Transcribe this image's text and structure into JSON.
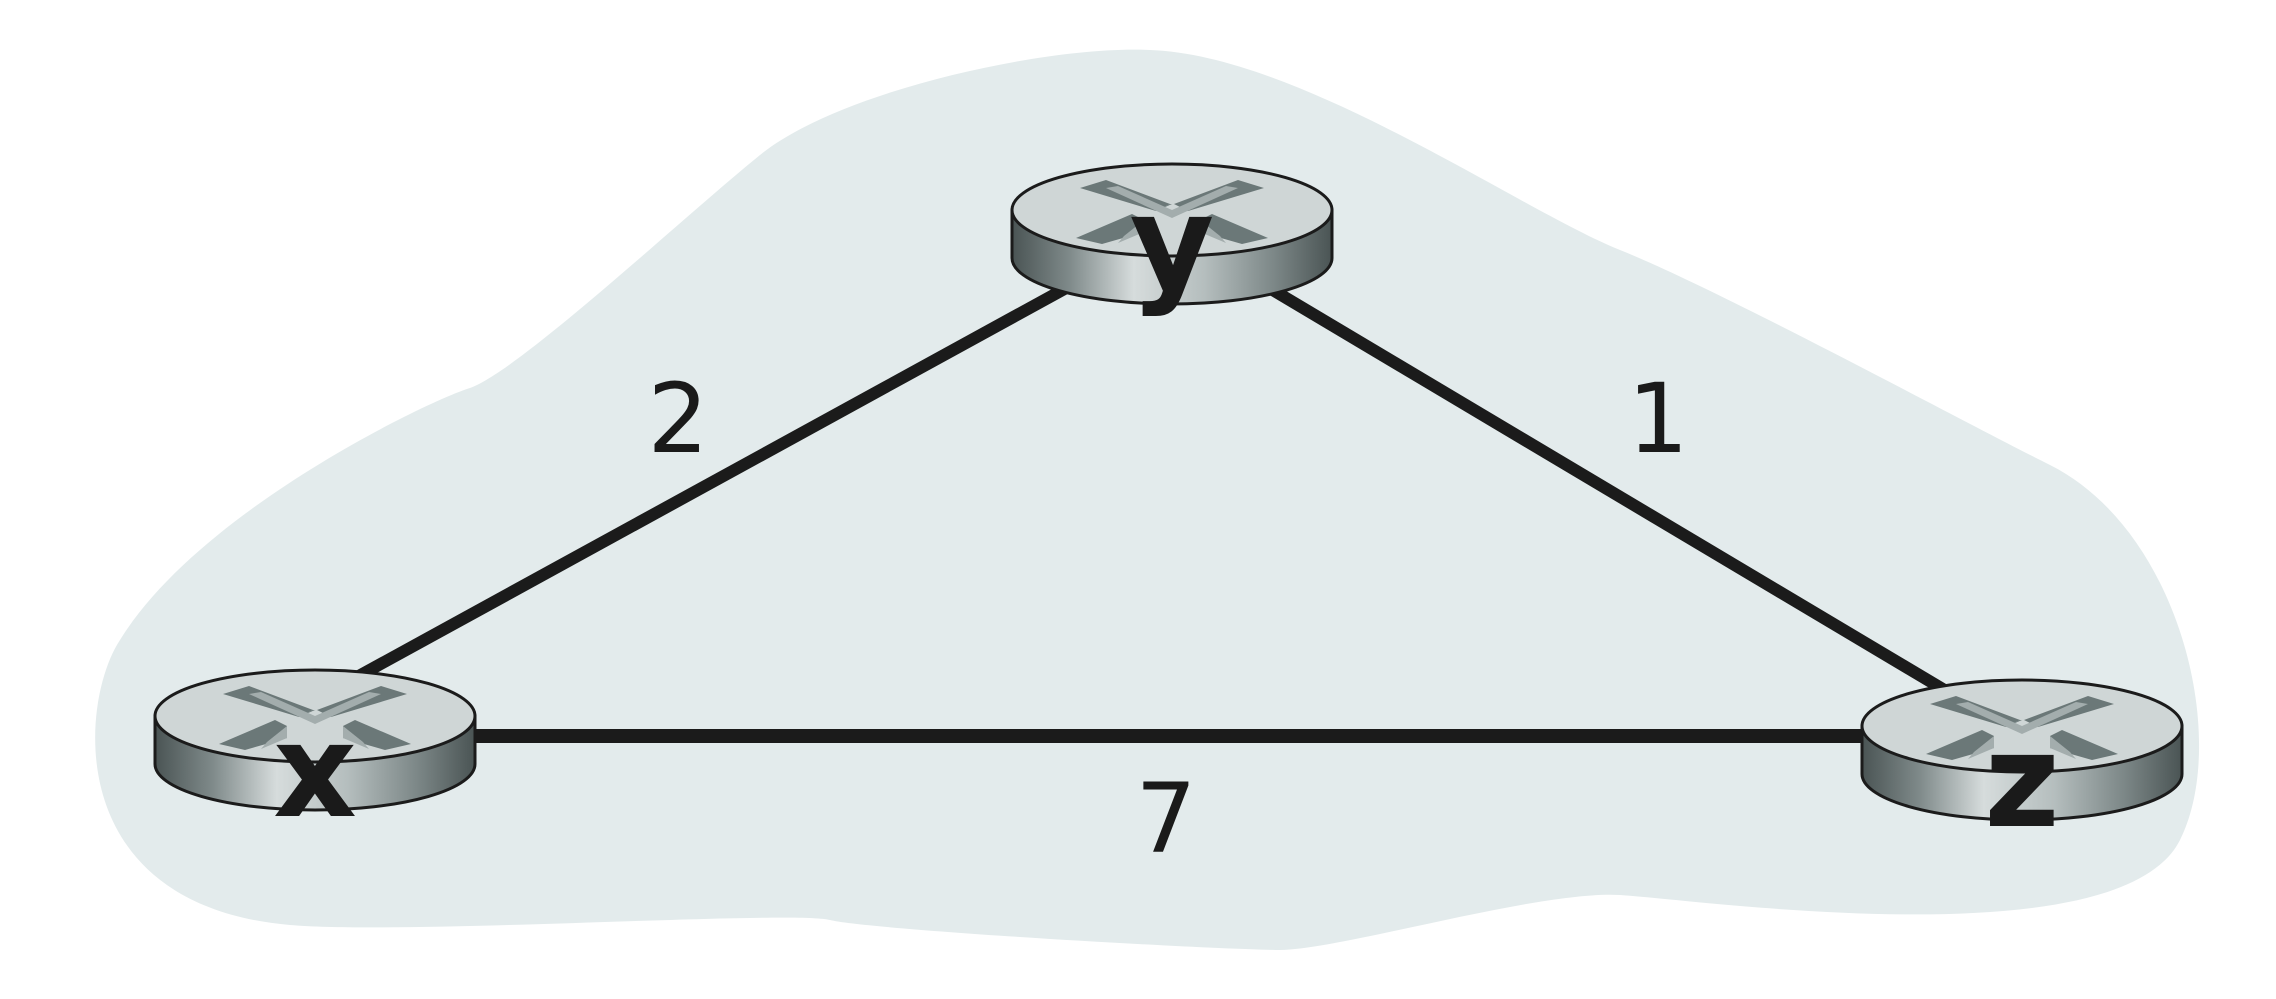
{
  "nodes": {
    "x": {
      "label": "x"
    },
    "y": {
      "label": "y"
    },
    "z": {
      "label": "z"
    }
  },
  "links": {
    "xy": {
      "cost": "2"
    },
    "yz": {
      "cost": "1"
    },
    "xz": {
      "cost": "7"
    }
  },
  "colors": {
    "cloud": "#e3ebec",
    "link": "#1b1b1b",
    "router_top": "#cfd6d6",
    "router_arrow": "#6b7878"
  },
  "icons": {
    "router": "router-icon"
  }
}
